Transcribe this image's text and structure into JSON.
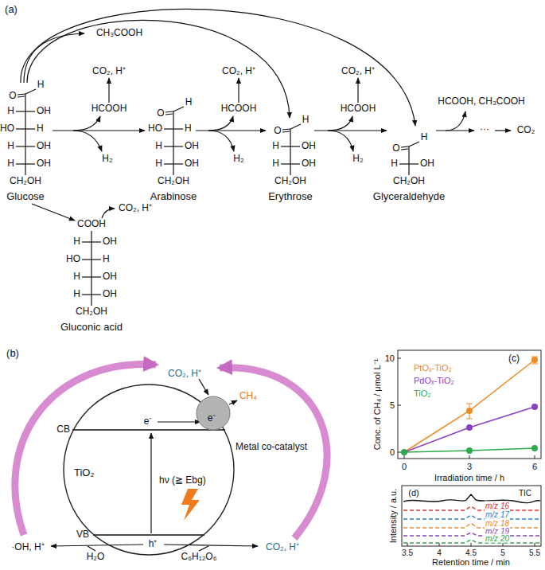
{
  "diagram": {
    "nodes": [
      {
        "text": [
          "TiO₂"
        ]
      },
      {
        "text": [
          "Metal co-catalyst"
        ]
      }
    ],
    "labels": [
      "(a)",
      "O",
      "H",
      "H",
      "OH",
      "HO",
      "H",
      "H",
      "OH",
      "H",
      "OH",
      "CH₂OH",
      "Glucose",
      "O",
      "H",
      "HO",
      "H",
      "H",
      "OH",
      "H",
      "OH",
      "CH₂OH",
      "Arabinose",
      "O",
      "H",
      "H",
      "OH",
      "H",
      "OH",
      "CH₂OH",
      "Erythrose",
      "O",
      "H",
      "H",
      "OH",
      "CH₂OH",
      "Glyceraldehyde",
      "COOH",
      "H",
      "OH",
      "HO",
      "H",
      "H",
      "OH",
      "H",
      "OH",
      "CH₂OH",
      "Gluconic acid",
      "CH₃COOH",
      "CO₂, H⁺",
      "HCOOH",
      "H₂",
      "CO₂, H⁺",
      "HCOOH",
      "H₂",
      "CO₂, H⁺",
      "HCOOH",
      "H₂",
      "HCOOH, CH₃COOH",
      "···",
      "CO₂",
      "CO₂, H⁺",
      "(b)",
      "CO₂, H⁺",
      "CH₄",
      "e⁻",
      "e⁻",
      "CB",
      "hν (≧ Ebg)",
      "VB",
      "h⁺",
      "·OH, H⁺",
      "H₂O",
      "C₆H₁₂O₆",
      "CO₂, H⁺",
      "(c)",
      "PtOₓ-TiO₂",
      "PdOₓ-TiO₂",
      "TiO₂",
      "10",
      "5",
      "0",
      "0",
      "3",
      "6",
      "Irradiation time / h",
      "Conc. of CH₄ / μmol L⁻¹",
      "(d)",
      "TIC",
      "m/z 16",
      "m/z 17",
      "m/z 18",
      "m/z 19",
      "m/z 20",
      "3.5",
      "4",
      "4.5",
      "5",
      "5.5",
      "Retention time / min",
      "Intensity / a.u."
    ]
  }
}
